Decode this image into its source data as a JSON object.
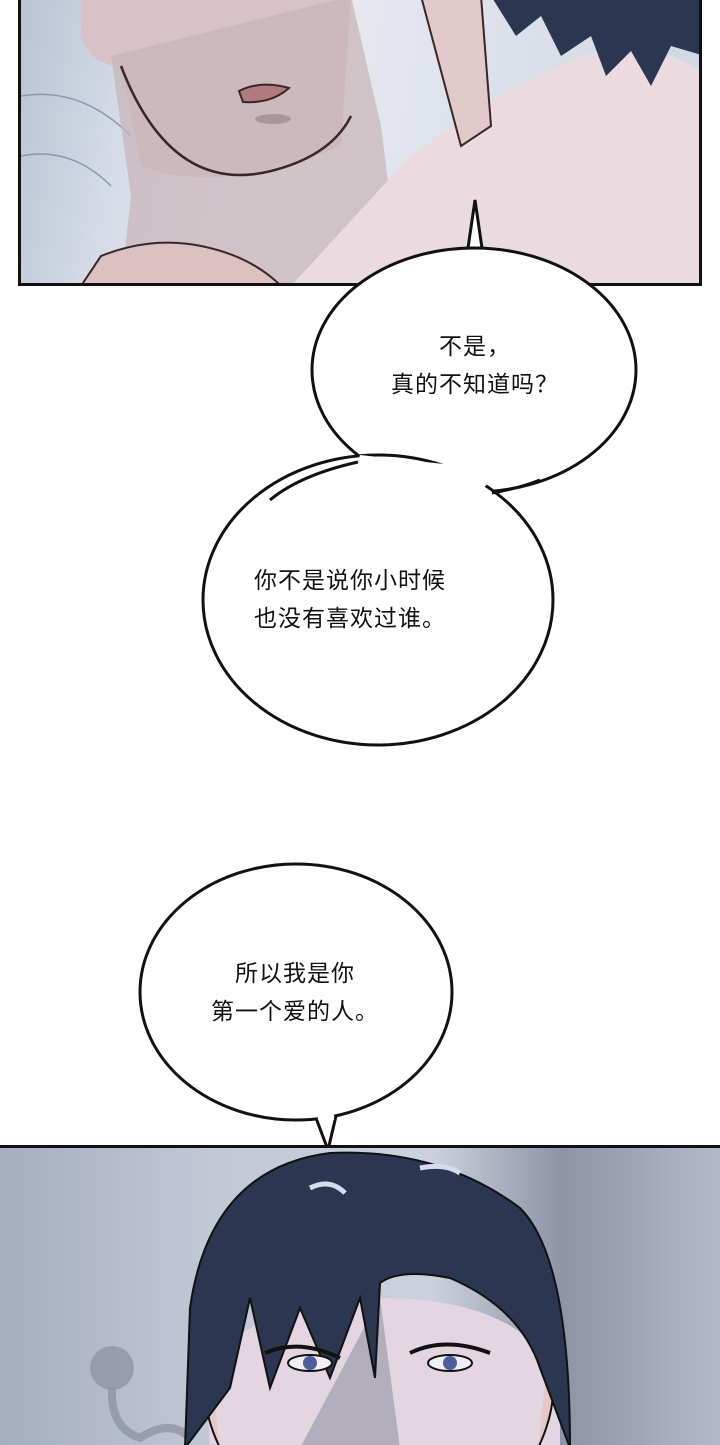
{
  "comic": {
    "panels": [
      {
        "id": "top",
        "description": "close-up of two men lying together, one with dark blue hair leaning on the other's shoulder"
      },
      {
        "id": "bottom",
        "description": "close-up of dark blue-haired man's face, eyes visible, wall lamp shadow in background"
      }
    ],
    "bubbles": [
      {
        "id": "bubble-1",
        "lines": [
          "不是，",
          "真的不知道吗？"
        ]
      },
      {
        "id": "bubble-2",
        "lines": [
          "你不是说你小时候",
          "也没有喜欢过谁。"
        ]
      },
      {
        "id": "bubble-3",
        "lines": [
          "所以我是你",
          "第一个爱的人。"
        ]
      }
    ],
    "colors": {
      "hair": "#2b3650",
      "skin": "#e8cfd2",
      "bubble_stroke": "#111111",
      "bubble_fill": "#ffffff"
    }
  }
}
